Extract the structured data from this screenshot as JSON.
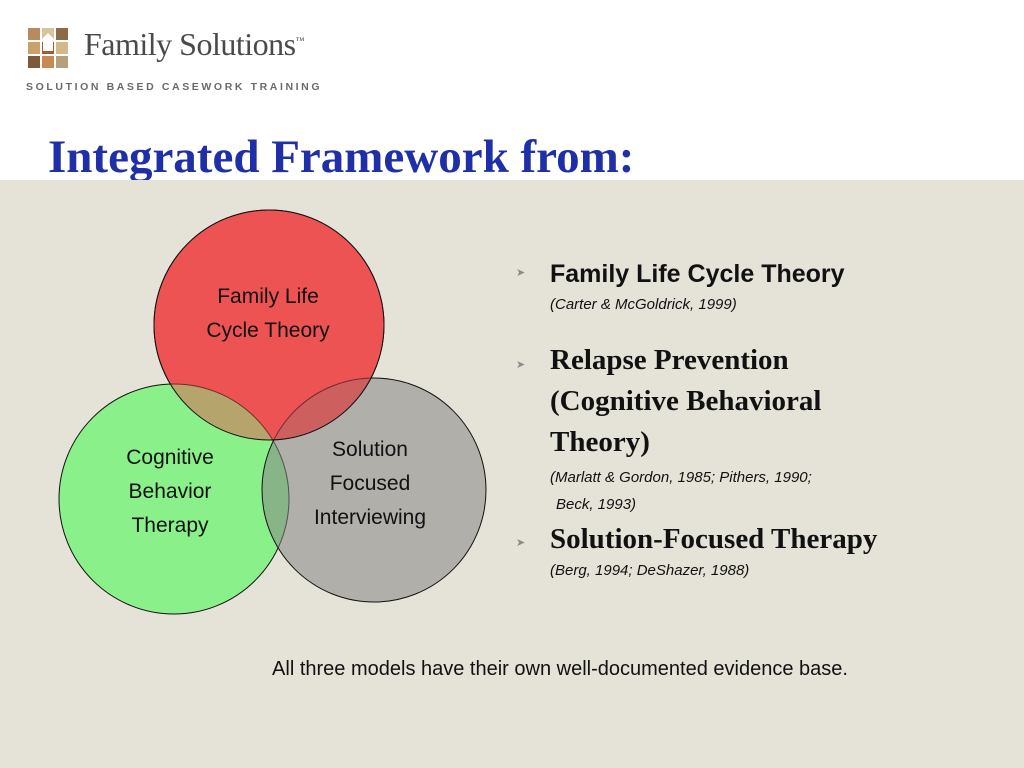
{
  "header": {
    "logo_name": "Family Solutions",
    "logo_tm": "™",
    "logo_tagline": "SOLUTION BASED CASEWORK TRAINING"
  },
  "title": "Integrated Framework from:",
  "venn": {
    "circles": [
      {
        "label_line1": "Family Life",
        "label_line2": "Cycle Theory",
        "color": "#f25b5b"
      },
      {
        "label_line1": "Cognitive",
        "label_line2": "Behavior",
        "label_line3": "Therapy",
        "color": "#8af08a"
      },
      {
        "label_line1": "Solution",
        "label_line2": "Focused",
        "label_line3": "Interviewing",
        "color": "#858585"
      }
    ]
  },
  "bullets": [
    {
      "heading": "Family Life Cycle Theory",
      "citation": "(Carter & McGoldrick, 1999)"
    },
    {
      "heading_line1": "Relapse Prevention",
      "heading_line2": "(Cognitive Behavioral",
      "heading_line3": "Theory)",
      "citation_line1": "(Marlatt & Gordon, 1985; Pithers, 1990;",
      "citation_line2": "Beck, 1993)"
    },
    {
      "heading": "Solution-Focused Therapy",
      "citation": "(Berg, 1994; DeShazer, 1988)"
    }
  ],
  "footnote": "All three models have their own well-documented evidence base.",
  "colors": {
    "title": "#1f2fa8",
    "panel": "#e5e3d8"
  }
}
